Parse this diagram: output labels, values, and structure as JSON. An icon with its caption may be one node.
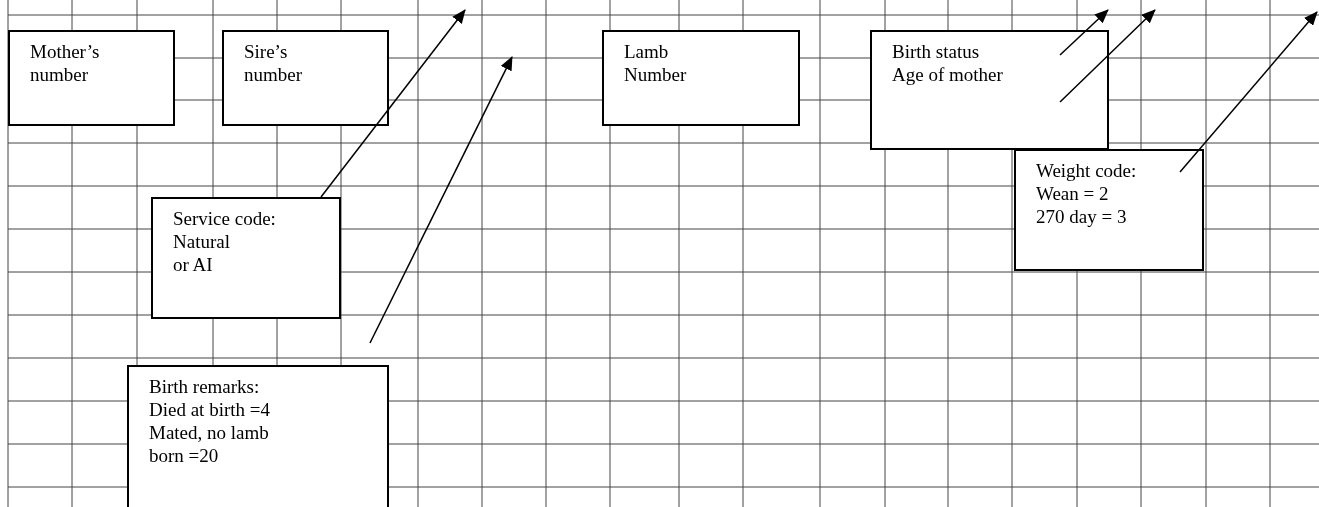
{
  "diagram": {
    "nodes": [
      {
        "text": [
          "Mother’s number"
        ]
      },
      {
        "text": [
          "Sire’s number"
        ]
      },
      {
        "text": [
          "Lamb Number"
        ]
      },
      {
        "text": [
          "Birth status Age of mother"
        ]
      },
      {
        "text": [
          "Weight code: Wean = 2 270 day = 3"
        ]
      },
      {
        "text": [
          "Service code: Natural or AI"
        ]
      },
      {
        "text": [
          "Birth remarks: Died at birth =4 Mated, no lamb born =20"
        ]
      }
    ],
    "edges": [
      {
        "from": 5,
        "to": null,
        "arrow": "to"
      },
      {
        "from": 6,
        "to": null,
        "arrow": "to"
      },
      {
        "from": 3,
        "to": null,
        "arrow": "to"
      },
      {
        "from": 3,
        "to": null,
        "arrow": "to"
      },
      {
        "from": 4,
        "to": null,
        "arrow": "to"
      }
    ]
  }
}
